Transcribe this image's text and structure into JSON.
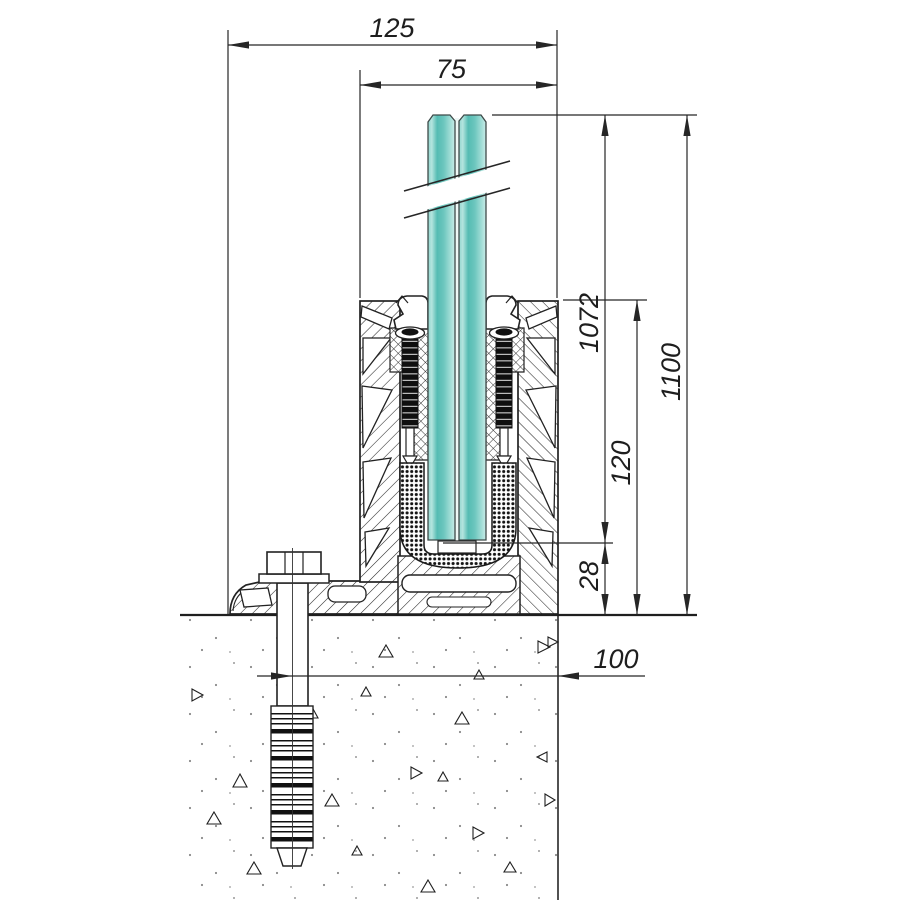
{
  "dimensions": {
    "overall_width": "125",
    "channel_width": "75",
    "glass_height": "1072",
    "total_height": "1100",
    "profile_height": "120",
    "base_height": "28",
    "edge_distance": "100"
  },
  "colors": {
    "glass_teal": "#5ec1b8",
    "line": "#262626"
  }
}
